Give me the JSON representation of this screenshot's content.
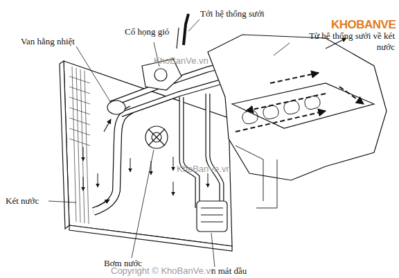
{
  "diagram": {
    "labels": [
      "Tới hệ thống sưởi",
      "Cổ họng gió",
      "Van hằng nhiệt",
      "Từ hệ thống sưởi về két nước",
      "Két nước",
      "Bơm nước",
      "n mát dầu",
      "KHOBANVE",
      "KhoBanVe.vn",
      "KhoBanVe.vn",
      "Copyright © KhoBanVe.vn"
    ]
  }
}
